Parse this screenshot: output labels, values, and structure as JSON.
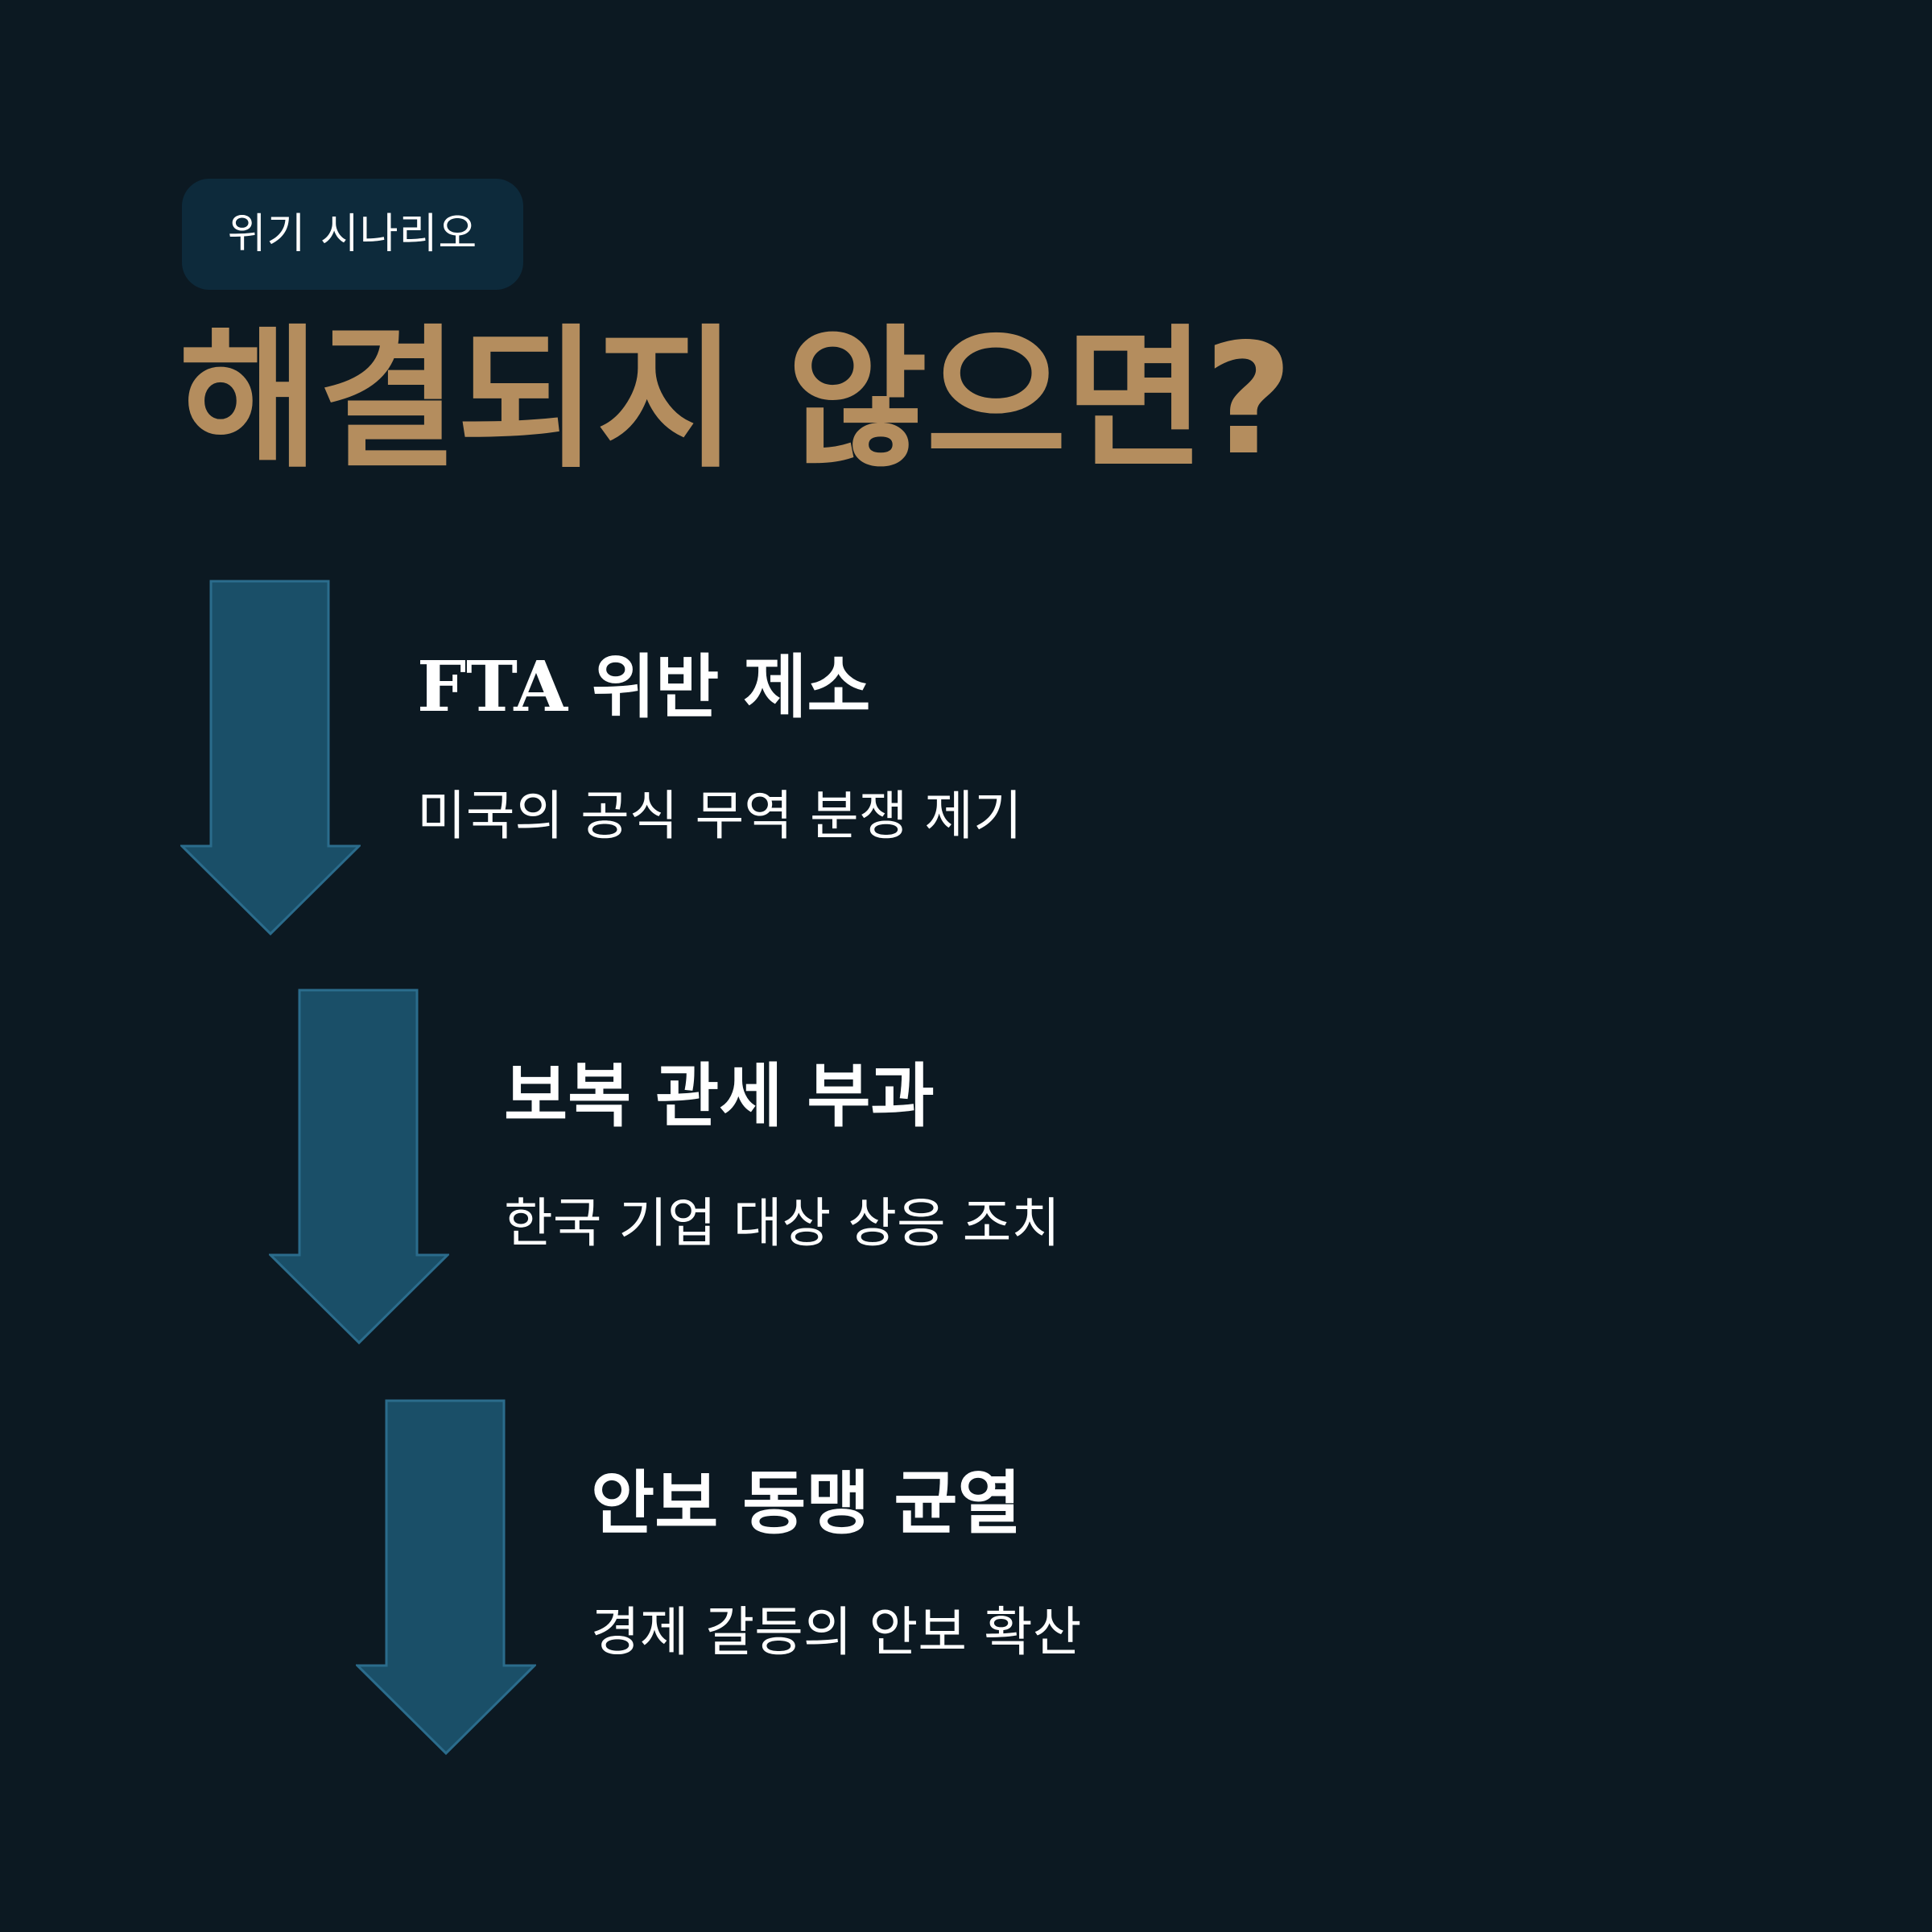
{
  "badge": {
    "label": "위기 시나리오"
  },
  "headline": "해결되지 않으면?",
  "colors": {
    "background": "#0c1922",
    "badge_background": "#0d2a3b",
    "accent": "#b48d5e",
    "arrow_fill": "#1a4f68",
    "arrow_stroke": "#2b6c8c",
    "text": "#ffffff"
  },
  "steps": [
    {
      "icon": "arrow-down-icon",
      "title": "FTA 위반 제소",
      "description": "미국의 공식 무역 분쟁 제기"
    },
    {
      "icon": "arrow-down-icon",
      "title": "보복 관세 부과",
      "description": "한국 기업 대상 상응 조치"
    },
    {
      "icon": "arrow-down-icon",
      "title": "안보 동맹 균열",
      "description": "경제 갈등의 안보 확산"
    }
  ]
}
